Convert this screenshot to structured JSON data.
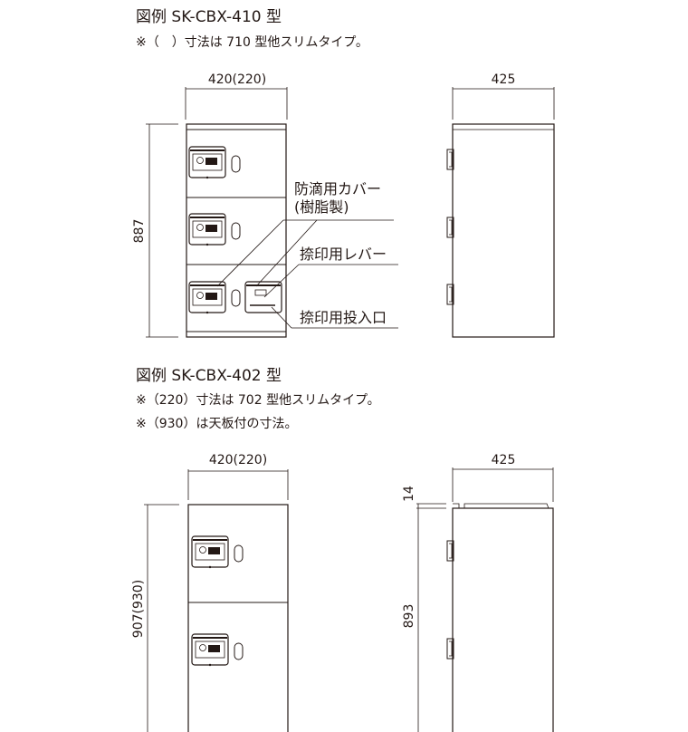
{
  "model1": {
    "title": "図例 SK-CBX-410 型",
    "note": "※（　）寸法は 710 型他スリムタイプ。",
    "width_dim": "420(220)",
    "height_dim": "887",
    "depth_dim": "425",
    "callouts": {
      "cover": "防滴用カバー",
      "cover_material": "(樹脂製)",
      "lever": "捺印用レバー",
      "slot": "捺印用投入口"
    }
  },
  "model2": {
    "title": "図例 SK-CBX-402 型",
    "notes": [
      "※（220）寸法は 702 型他スリムタイプ。",
      "※（930）は天板付の寸法。"
    ],
    "width_dim": "420(220)",
    "height_dim": "907(930)",
    "depth_dim": "425",
    "top_dim": "14",
    "body_height_dim": "893"
  }
}
